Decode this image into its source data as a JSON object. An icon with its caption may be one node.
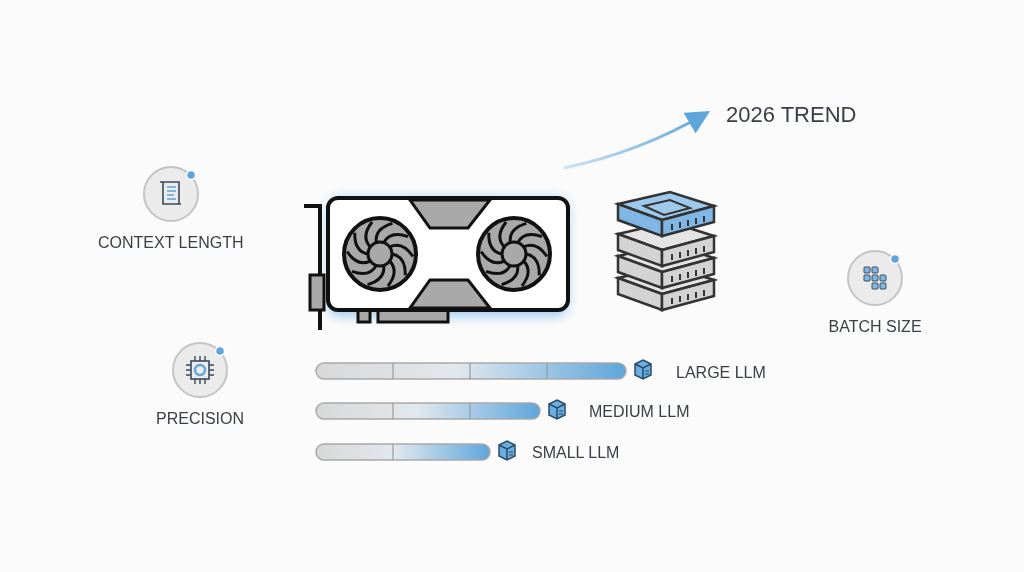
{
  "diagram": {
    "labels": [
      "2026 TREND",
      "CONTEXT LENGTH",
      "BATCH SIZE",
      "PRECISION",
      "LARGE LLM",
      "MEDIUM LLM",
      "SMALL LLM"
    ]
  }
}
